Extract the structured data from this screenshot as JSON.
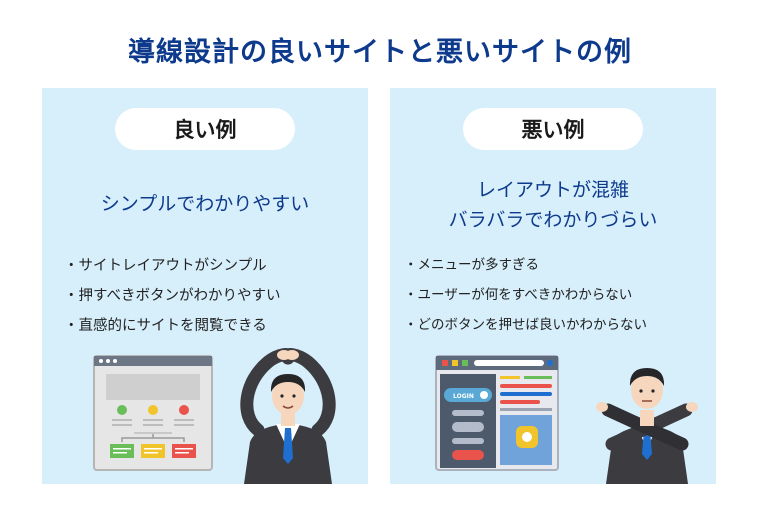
{
  "title": "導線設計の良いサイトと悪いサイトの例",
  "good": {
    "label": "良い例",
    "subtitle_lines": [
      "シンプルでわかりやすい"
    ],
    "points": [
      "サイトレイアウトがシンプル",
      "押すべきボタンがわかりやすい",
      "直感的にサイトを閲覧できる"
    ]
  },
  "bad": {
    "label": "悪い例",
    "subtitle_lines": [
      "レイアウトが混雑",
      "バラバラでわかりづらい"
    ],
    "points": [
      "メニューが多すぎる",
      "ユーザーが何をすべきかわからない",
      "どのボタンを押せば良いかわからない"
    ],
    "login_text": "LOGIN"
  },
  "colors": {
    "title": "#0d3a8c",
    "panel_bg": "#d7eefb",
    "suit": "#3b3b40",
    "tie": "#1f6fd1"
  }
}
